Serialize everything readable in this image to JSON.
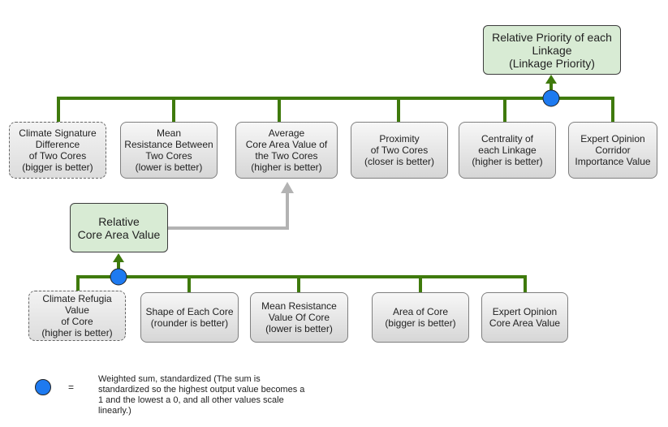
{
  "top_node": {
    "label": "Relative Priority of each\nLinkage\n(Linkage Priority)"
  },
  "mid_node": {
    "label": "Relative\nCore Area Value"
  },
  "linkage_factors": [
    {
      "label": "Climate Signature\nDifference\nof Two Cores\n(bigger is better)",
      "style": "dashed"
    },
    {
      "label": "Mean\nResistance Between\nTwo Cores\n(lower is better)",
      "style": "solid"
    },
    {
      "label": "Average\nCore Area Value of\nthe Two Cores\n(higher is better)",
      "style": "solid"
    },
    {
      "label": "Proximity\nof Two Cores\n(closer is better)",
      "style": "solid"
    },
    {
      "label": "Centrality of\neach Linkage\n(higher is better)",
      "style": "solid"
    },
    {
      "label": "Expert Opinion\nCorridor\nImportance Value",
      "style": "solid"
    }
  ],
  "core_factors": [
    {
      "label": "Climate Refugia\nValue\nof Core\n(higher is better)",
      "style": "dashed"
    },
    {
      "label": "Shape of Each Core\n(rounder is better)",
      "style": "solid"
    },
    {
      "label": "Mean Resistance\nValue Of Core\n(lower is better)",
      "style": "solid"
    },
    {
      "label": "Area of Core\n(bigger is better)",
      "style": "solid"
    },
    {
      "label": "Expert Opinion\nCore Area Value",
      "style": "solid"
    }
  ],
  "legend": {
    "symbol": "=",
    "text": "Weighted sum, standardized (The sum is standardized so the highest output value becomes a 1 and the lowest a 0, and all other values scale linearly.)"
  },
  "colors": {
    "connector": "#3f7a0c",
    "gray_arrow": "#b3b3b3",
    "sum_node": "#1e7af0",
    "green_box": "#d8ebd4"
  }
}
